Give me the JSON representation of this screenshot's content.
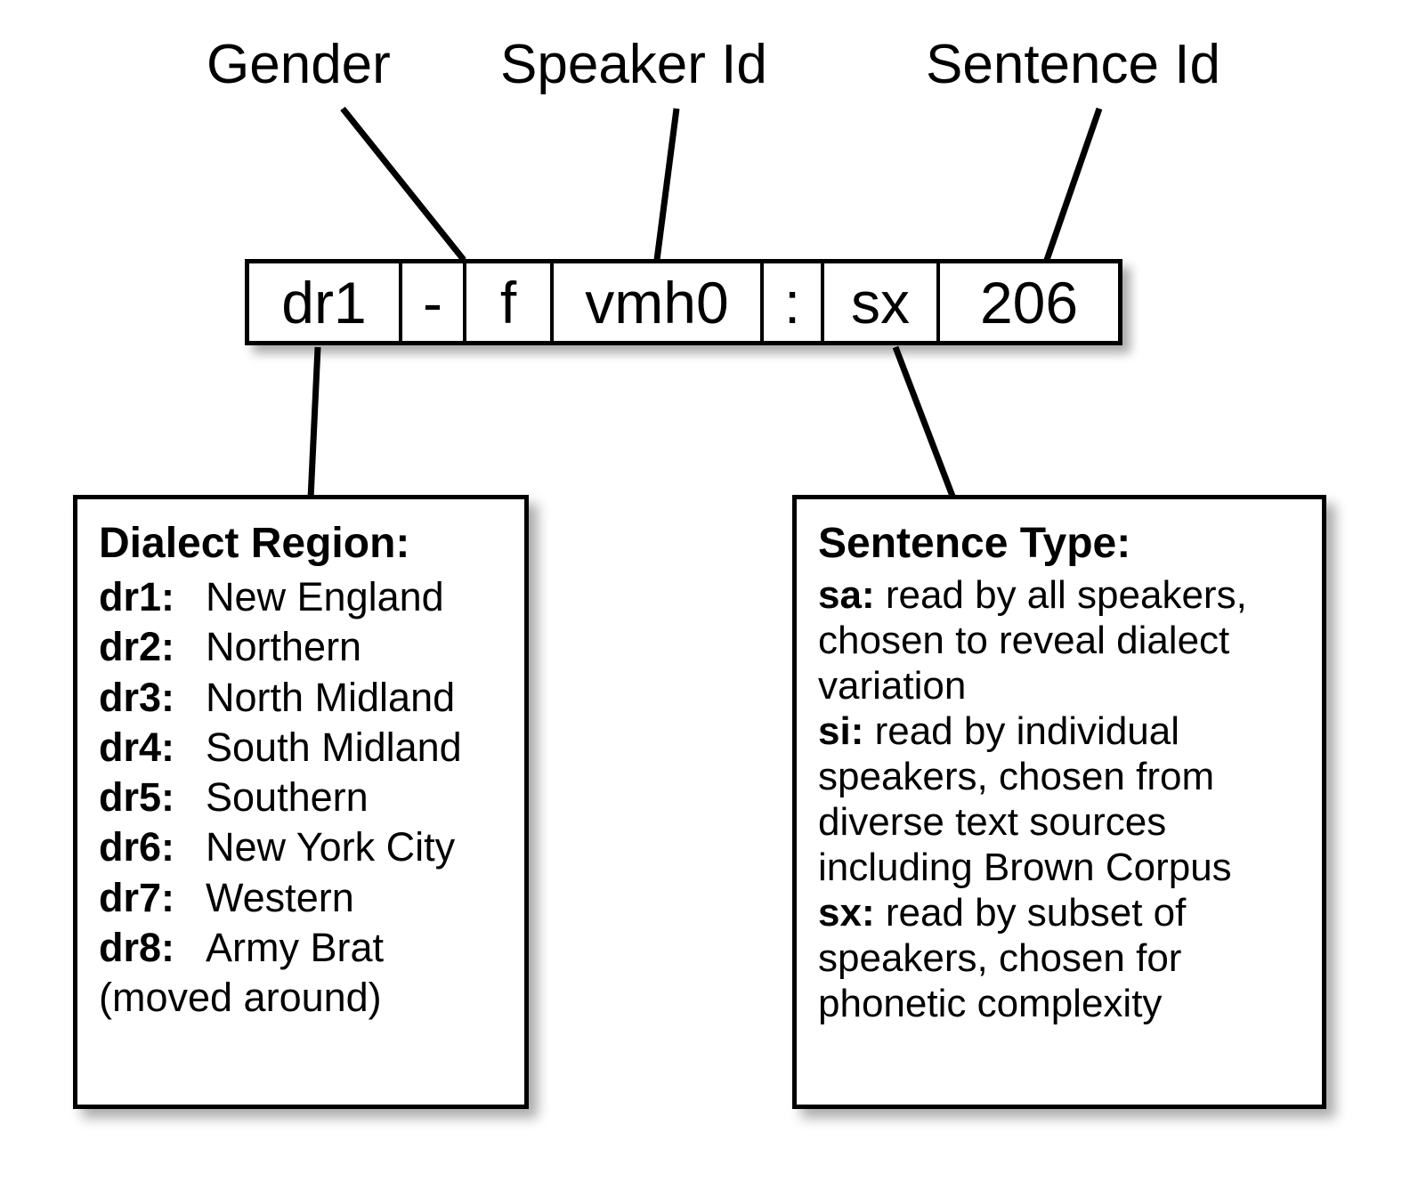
{
  "captions": {
    "gender": "Gender",
    "speaker_id": "Speaker Id",
    "sentence_id": "Sentence Id"
  },
  "token": {
    "cells": [
      {
        "name": "dialect-region",
        "value": "dr1"
      },
      {
        "name": "separator-dash",
        "value": "-"
      },
      {
        "name": "gender",
        "value": "f"
      },
      {
        "name": "speaker-id",
        "value": "vmh0"
      },
      {
        "name": "separator-colon",
        "value": ":"
      },
      {
        "name": "sentence-type",
        "value": "sx"
      },
      {
        "name": "sentence-number",
        "value": "206"
      }
    ]
  },
  "dialect_box": {
    "title": "Dialect Region:",
    "rows": [
      {
        "code": "dr1:",
        "label": "New England"
      },
      {
        "code": "dr2:",
        "label": "Northern"
      },
      {
        "code": "dr3:",
        "label": "North Midland"
      },
      {
        "code": "dr4:",
        "label": "South Midland"
      },
      {
        "code": "dr5:",
        "label": "Southern"
      },
      {
        "code": "dr6:",
        "label": "New York City"
      },
      {
        "code": "dr7:",
        "label": "Western"
      },
      {
        "code": "dr8:",
        "label": "Army Brat"
      }
    ],
    "note": "(moved around)"
  },
  "sentence_box": {
    "title": "Sentence Type:",
    "items": [
      {
        "code": "sa:",
        "text": " read by all speakers, chosen to reveal dialect variation"
      },
      {
        "code": "si:",
        "text": " read by individual speakers, chosen from diverse text sources including Brown Corpus"
      },
      {
        "code": "sx:",
        "text": " read by subset of speakers, chosen for phonetic complexity"
      }
    ]
  },
  "colors": {
    "ink": "#000000",
    "paper": "#ffffff",
    "shadow": "rgba(0,0,0,0.33)"
  }
}
